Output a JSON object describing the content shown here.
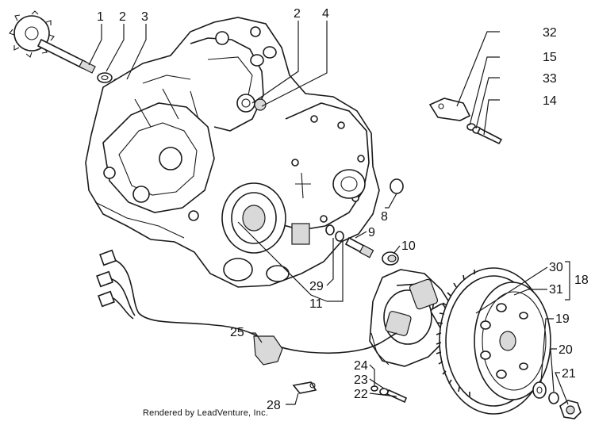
{
  "callouts": {
    "c1": "1",
    "c2a": "2",
    "c3": "3",
    "c2b": "2",
    "c4": "4",
    "c32": "32",
    "c15": "15",
    "c33": "33",
    "c14": "14",
    "c8": "8",
    "c9": "9",
    "c10": "10",
    "c29": "29",
    "c11": "11",
    "c30": "30",
    "c31": "31",
    "c18": "18",
    "c19": "19",
    "c20": "20",
    "c21": "21",
    "c25": "25",
    "c24": "24",
    "c23": "23",
    "c22": "22",
    "c28": "28"
  },
  "footer": {
    "credit": "Rendered by LeadVenture, Inc."
  }
}
